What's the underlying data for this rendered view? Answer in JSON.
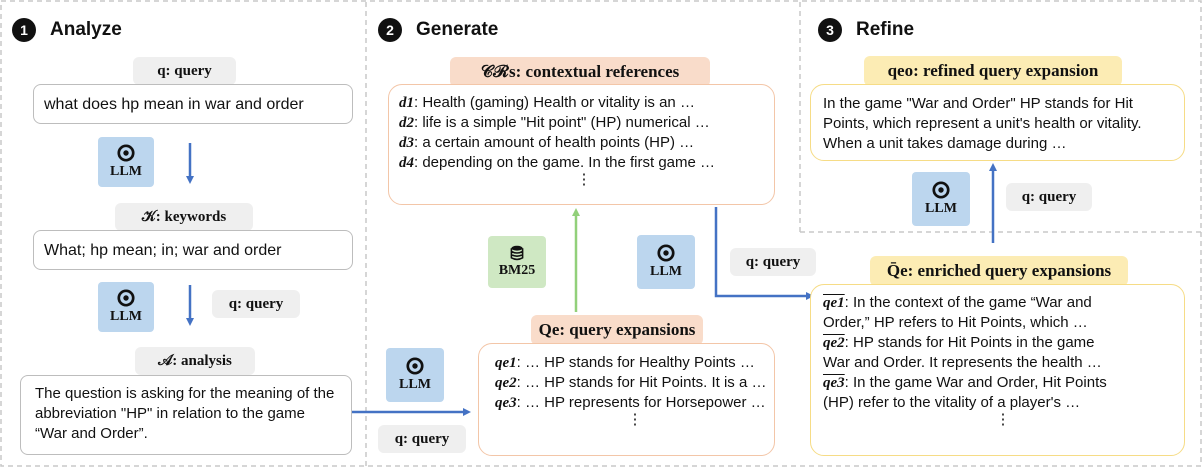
{
  "sections": {
    "analyze": {
      "num": "1",
      "title": "Analyze"
    },
    "generate": {
      "num": "2",
      "title": "Generate"
    },
    "refine": {
      "num": "3",
      "title": "Refine"
    }
  },
  "analyze": {
    "query_tag": "q: query",
    "query_text": "what does hp mean in war and order",
    "llm_label": "LLM",
    "keywords_tag": "𝒦: keywords",
    "keywords_text": "What; hp mean; in; war and order",
    "query_side_tag": "q: query",
    "analysis_tag": "𝒜: analysis",
    "analysis_text": "The question is asking for the meaning of the abbreviation \"HP\" in relation to the game “War and Order”."
  },
  "generate": {
    "llm_label": "LLM",
    "query_tag": "q: query",
    "expansions_tag": "Qe: query expansions",
    "expansions": [
      {
        "sym": "qe1",
        "text": ": … HP stands for Healthy Points …"
      },
      {
        "sym": "qe2",
        "text": ": … HP stands for Hit Points. It is a …"
      },
      {
        "sym": "qe3",
        "text": ": … HP represents for Horsepower …"
      }
    ],
    "bm25_label": "BM25",
    "cr_tag": "𝒞ℛs: contextual references",
    "docs": [
      {
        "sym": "d1",
        "text": ": Health (gaming) Health or vitality is an …"
      },
      {
        "sym": "d2",
        "text": ": life is a simple \"Hit point\" (HP) numerical …"
      },
      {
        "sym": "d3",
        "text": ": a certain amount of health points (HP) …"
      },
      {
        "sym": "d4",
        "text": ": depending on the game. In the first game …"
      }
    ],
    "llm2_label": "LLM",
    "query2_tag": "q: query",
    "ellipsis": "⋮"
  },
  "refine": {
    "refined_tag": "qeo: refined query expansion",
    "refined_text": "In the game \"War and Order\" HP stands for Hit Points, which represent a unit's health or vitality. When a unit takes damage during …",
    "llm_label": "LLM",
    "query_tag": "q: query",
    "enriched_tag": "Q̄e: enriched query expansions",
    "enriched": [
      {
        "sym": "qe1",
        "line1": ": In the context of the game “War and",
        "line2": "Order,” HP refers to Hit Points, which  …"
      },
      {
        "sym": "qe2",
        "line1": ": HP stands for Hit Points in the game",
        "line2": "War and Order. It represents the health …"
      },
      {
        "sym": "qe3",
        "line1": ": In the game War and Order, Hit Points",
        "line2": "(HP) refer to the vitality of a player's …"
      }
    ]
  },
  "colors": {
    "blue_arrow": "#4472c4",
    "green_arrow": "#92d07a",
    "llm_fill": "#bcd6ee",
    "bm25_fill": "#cfe8c3",
    "orange_tag": "#f9dcca",
    "yellow_tag": "#fcecb4"
  }
}
